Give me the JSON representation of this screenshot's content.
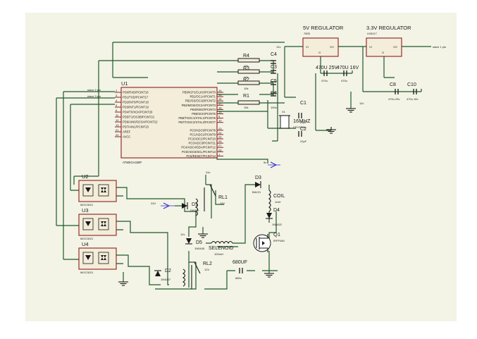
{
  "colors": {
    "paper": "#f3f3e6",
    "wire": "#1f5a28",
    "body": "#f3edd9",
    "pin": "#8a2020",
    "ink": "#1a1a1a",
    "probe": "#2a2ad0"
  },
  "regulators": {
    "reg5": {
      "title": "5V REGULATOR",
      "part": "7805",
      "vi": "VI",
      "vo": "VO"
    },
    "reg33": {
      "title": "3.3V REGULATOR",
      "part": "LM1117",
      "vi": "VI",
      "vo": "VO"
    }
  },
  "mcu": {
    "ref": "U1",
    "part": "ATMEGA328P",
    "left_pins": [
      "PD0/RXD/PCINT16",
      "PD1/TXD/PCINT17",
      "PD2/INT0/PCINT18",
      "PD3/INT1/PCINT19",
      "PD4/T0/XCK/PCINT20",
      "PD5/T1/OC0B/PCINT21",
      "PD6/AIN0/OC0A/PCINT22",
      "PD7/AIN1/PCINT23"
    ],
    "left_nums": [
      "2",
      "3",
      "4",
      "5",
      "6",
      "11",
      "12",
      "13"
    ],
    "power_pins": [
      "AREF",
      "AVCC"
    ],
    "power_nums": [
      "21",
      "20"
    ],
    "right_pins": [
      "PB0/ICP1/CLKO/PCINT0",
      "PB1/OC1A/PCINT1",
      "PB2/SS/OC1B/PCINT2",
      "PB3/MOSI/OC2A/PCINT3",
      "PB4/MISO/PCINT4",
      "PB5/SCK/PCINT5",
      "PB6/TOSC1/XTAL1/PCINT6",
      "PB7/TOSC2/XTAL2/PCINT7",
      "PC0/ADC0/PCINT8",
      "PC1/ADC1/PCINT9",
      "PC2/ADC2/PCINT10",
      "PC3/ADC3/PCINT11",
      "PC4/ADC4/SDA/PCINT12",
      "PC5/ADC5/SCL/PCINT13",
      "PC6/RESET/PCINT14"
    ],
    "right_nums": [
      "14",
      "15",
      "16",
      "17",
      "18",
      "19",
      "9",
      "10",
      "23",
      "24",
      "25",
      "26",
      "27",
      "28",
      "1"
    ]
  },
  "resistors": [
    {
      "ref": "R4",
      "val": "10k"
    },
    {
      "ref": "R3",
      "val": "10k"
    },
    {
      "ref": "R2",
      "val": "10k"
    },
    {
      "ref": "R1",
      "val": "10k"
    }
  ],
  "caps": {
    "c1": {
      "ref": "C1",
      "val": "22pF"
    },
    "c2": {
      "ref": "C2",
      "val": "22pF"
    },
    "c3": {
      "ref": "C3",
      "val": "100n"
    },
    "c4": {
      "ref": "C4",
      "val": "100n"
    },
    "c5": {
      "ref": "C5",
      "val": "100n"
    },
    "c6": {
      "ref": "C6",
      "val": "100n"
    },
    "c8": {
      "ref": "C8",
      "val": "470u 25v"
    },
    "c10": {
      "ref": "C10",
      "val": "470u 16v"
    },
    "c470a": {
      "ref": "470U 25V",
      "val": "470u"
    },
    "c470b": {
      "ref": "470U 16V",
      "val": "470u"
    },
    "c680": {
      "ref": "680UF",
      "val": "680u"
    }
  },
  "crystal": {
    "ref": "X1",
    "label": "16MHZ",
    "part": "CRYSTAL"
  },
  "net_labels": {
    "v12_reg": "12v",
    "v12_low": "12v",
    "v12_mid": "12v",
    "slave1": "slave 1 pin",
    "slave2": "slave 2 pin",
    "slave3": "slave 3 pin",
    "v5": "5v",
    "v24_top": "24v",
    "v24_left": "24V"
  },
  "optos": [
    {
      "ref": "U2",
      "part": "MOC3021"
    },
    {
      "ref": "U3",
      "part": "MOC3021"
    },
    {
      "ref": "U4",
      "part": "MOC3021"
    }
  ],
  "relays": {
    "rl1": {
      "ref": "RL1",
      "volt": "12V"
    },
    "rl2": {
      "ref": "RL2",
      "volt": "12V"
    }
  },
  "diodes": {
    "d1": {
      "ref": "D1",
      "part": "DIODE"
    },
    "d2": {
      "ref": "D2",
      "part": "1N4007"
    },
    "d3": {
      "ref": "D3",
      "part": "BAV21"
    },
    "d4": {
      "ref": "D4",
      "part": "1N5822"
    },
    "d5": {
      "ref": "D5",
      "part": "1N5408"
    }
  },
  "coil": {
    "label": "COIL",
    "val": "1mH"
  },
  "selenoid": {
    "label": "SELENOID",
    "val": "100mH"
  },
  "mosfet": {
    "ref": "Q1",
    "part": "IRFP460"
  }
}
